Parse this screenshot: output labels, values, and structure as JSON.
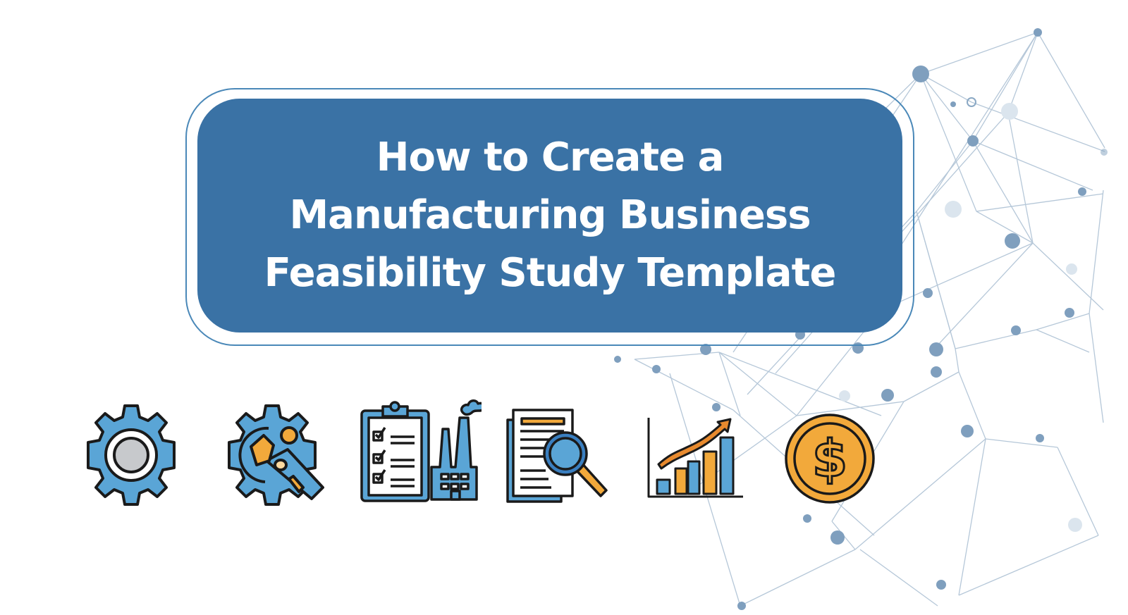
{
  "title": {
    "lines": [
      "How to Create a",
      "Manufacturing Business",
      "Feasibility Study Template"
    ]
  },
  "colors": {
    "title_box": "#3a72a5",
    "title_border": "#4a88b8",
    "icon_blue": "#5aa5d6",
    "icon_orange": "#f2a93b",
    "icon_outline": "#1a1a1a",
    "network": "#8aa8c4"
  },
  "icons": [
    {
      "name": "gear-icon"
    },
    {
      "name": "gear-tools-icon"
    },
    {
      "name": "checklist-factory-icon"
    },
    {
      "name": "document-search-icon"
    },
    {
      "name": "growth-chart-icon"
    },
    {
      "name": "dollar-coin-icon"
    }
  ]
}
